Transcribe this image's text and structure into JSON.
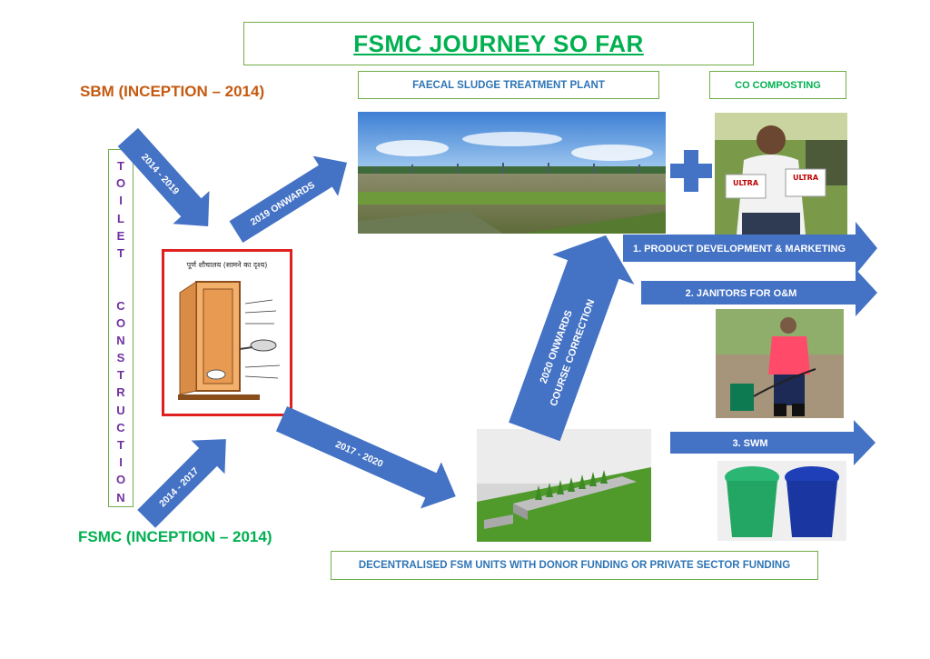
{
  "title": "FSMC JOURNEY SO FAR",
  "labels": {
    "sbm": "SBM (INCEPTION – 2014)",
    "fsmc": "FSMC (INCEPTION – 2014)",
    "fstp": "FAECAL SLUDGE TREATMENT PLANT",
    "co_composting": "CO COMPOSTING",
    "decentralised": "DECENTRALISED FSM UNITS WITH DONOR FUNDING OR PRIVATE SECTOR FUNDING",
    "toilet_construction": "TOILET  CONSTRUCTION"
  },
  "arrows": {
    "sbm_period": "2014 - 2019",
    "fsmc_period": "2014 - 2017",
    "to_fstp": "2019 ONWARDS",
    "to_dfsm": "2017 - 2020",
    "course_correction_line1": "2020 ONWARDS",
    "course_correction_line2": "COURSE CORRECTION",
    "outcome_1": "1. PRODUCT DEVELOPMENT & MARKETING",
    "outcome_2": "2. JANITORS FOR O&M",
    "outcome_3": "3. SWM"
  },
  "poster_text": "पूर्ण शौचालय (सामने का दृश्य)",
  "product_labels": [
    "ULTRA",
    "ULTRA"
  ],
  "colors": {
    "arrow": "#4472c4",
    "title": "#00b050",
    "sbm": "#c55a11",
    "box_border": "#70ad47",
    "box_text": "#2e75b6",
    "vertical_text": "#7030a0"
  }
}
